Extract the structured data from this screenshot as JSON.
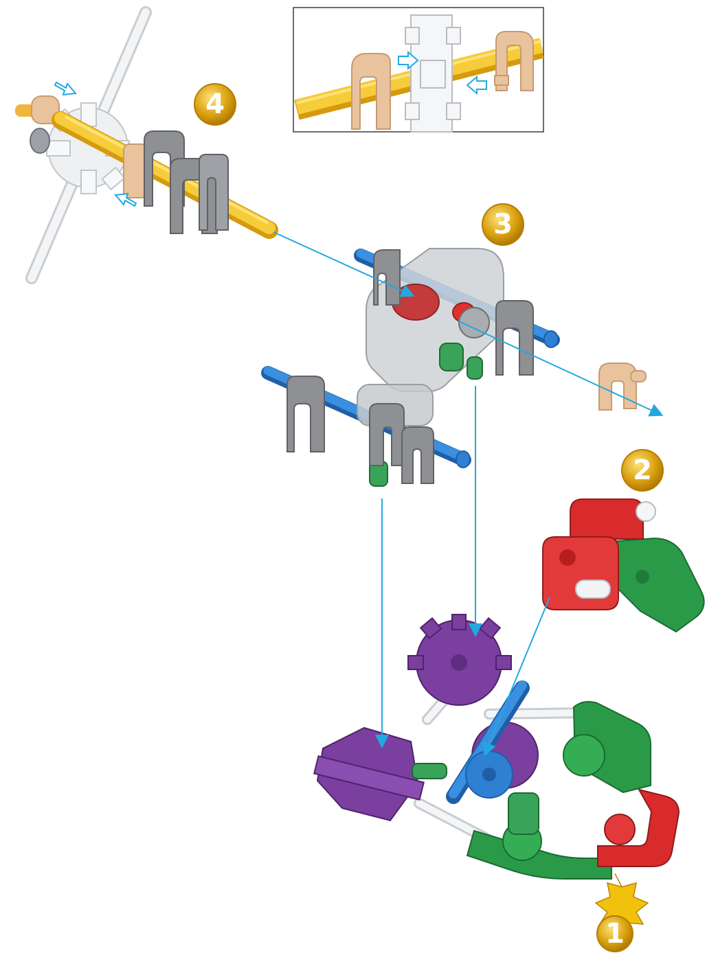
{
  "steps": [
    {
      "number": "4"
    },
    {
      "number": "3"
    },
    {
      "number": "2"
    },
    {
      "number": "1"
    }
  ],
  "colors": {
    "yellow_rod": "#f2c12e",
    "blue_rod": "#2f7fd3",
    "green_part": "#2a9a48",
    "red_part": "#d92b2b",
    "purple_gear": "#7b3fa0",
    "tan_clip": "#e9c39d",
    "gray_connector": "#8e9093",
    "white_part": "#eceef0",
    "arrow_line": "#22a8e0",
    "badge_gold": "#d9a00f"
  },
  "icons": [
    "assembly-arrow-icon",
    "push-arrow-icon",
    "starburst-badge-icon"
  ]
}
